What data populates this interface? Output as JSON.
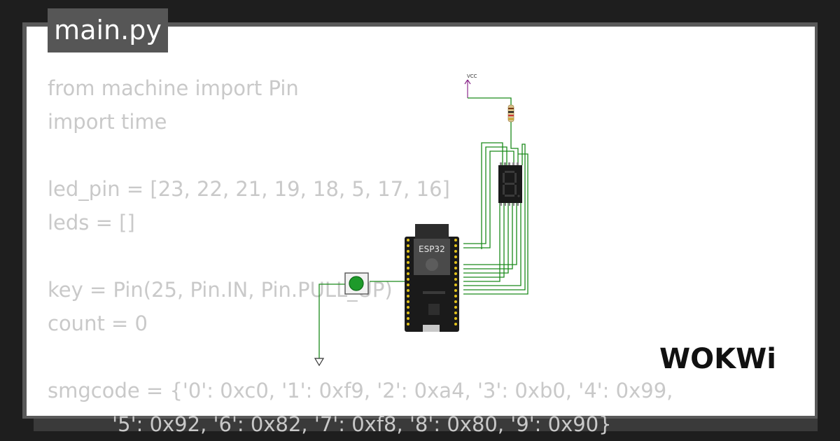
{
  "file_tab": {
    "label": "main.py"
  },
  "code_lines": [
    "from machine import Pin",
    "import time",
    "",
    "led_pin = [23, 22, 21, 19, 18, 5, 17, 16]",
    "leds = []",
    "",
    "key = Pin(25, Pin.IN, Pin.PULL_UP)",
    "count = 0",
    "",
    "smgcode = {'0': 0xc0, '1': 0xf9, '2': 0xa4, '3': 0xb0, '4': 0x99,",
    "          '5': 0x92, '6': 0x82, '7': 0xf8, '8': 0x80, '9': 0x90}"
  ],
  "circuit": {
    "vcc_label": "VCC",
    "board_label": "ESP32",
    "display_digit": "8"
  },
  "brand": {
    "logo_text": "WOKWi"
  },
  "colors": {
    "wire": "#1a8a1a",
    "vcc": "#8b2a8b",
    "button_cap": "#1e9a2a",
    "code_text": "#c9c9c9",
    "tab_bg": "#565656"
  }
}
